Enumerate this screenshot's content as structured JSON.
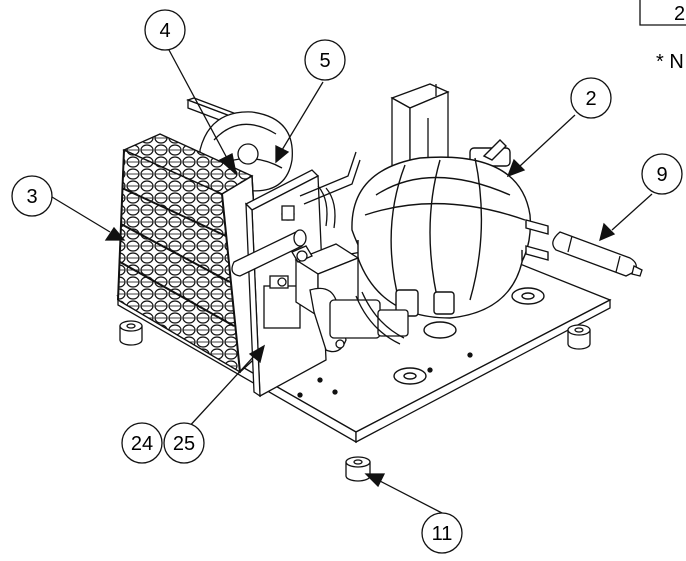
{
  "diagram": {
    "callouts": [
      {
        "id": "c4",
        "label": "4"
      },
      {
        "id": "c5",
        "label": "5"
      },
      {
        "id": "c2",
        "label": "2"
      },
      {
        "id": "c9",
        "label": "9"
      },
      {
        "id": "c3",
        "label": "3"
      },
      {
        "id": "c24",
        "label": "24"
      },
      {
        "id": "c25",
        "label": "25"
      },
      {
        "id": "c11",
        "label": "11"
      }
    ],
    "edge_texts": {
      "table_cell": "2",
      "note_prefix": "* N"
    }
  }
}
